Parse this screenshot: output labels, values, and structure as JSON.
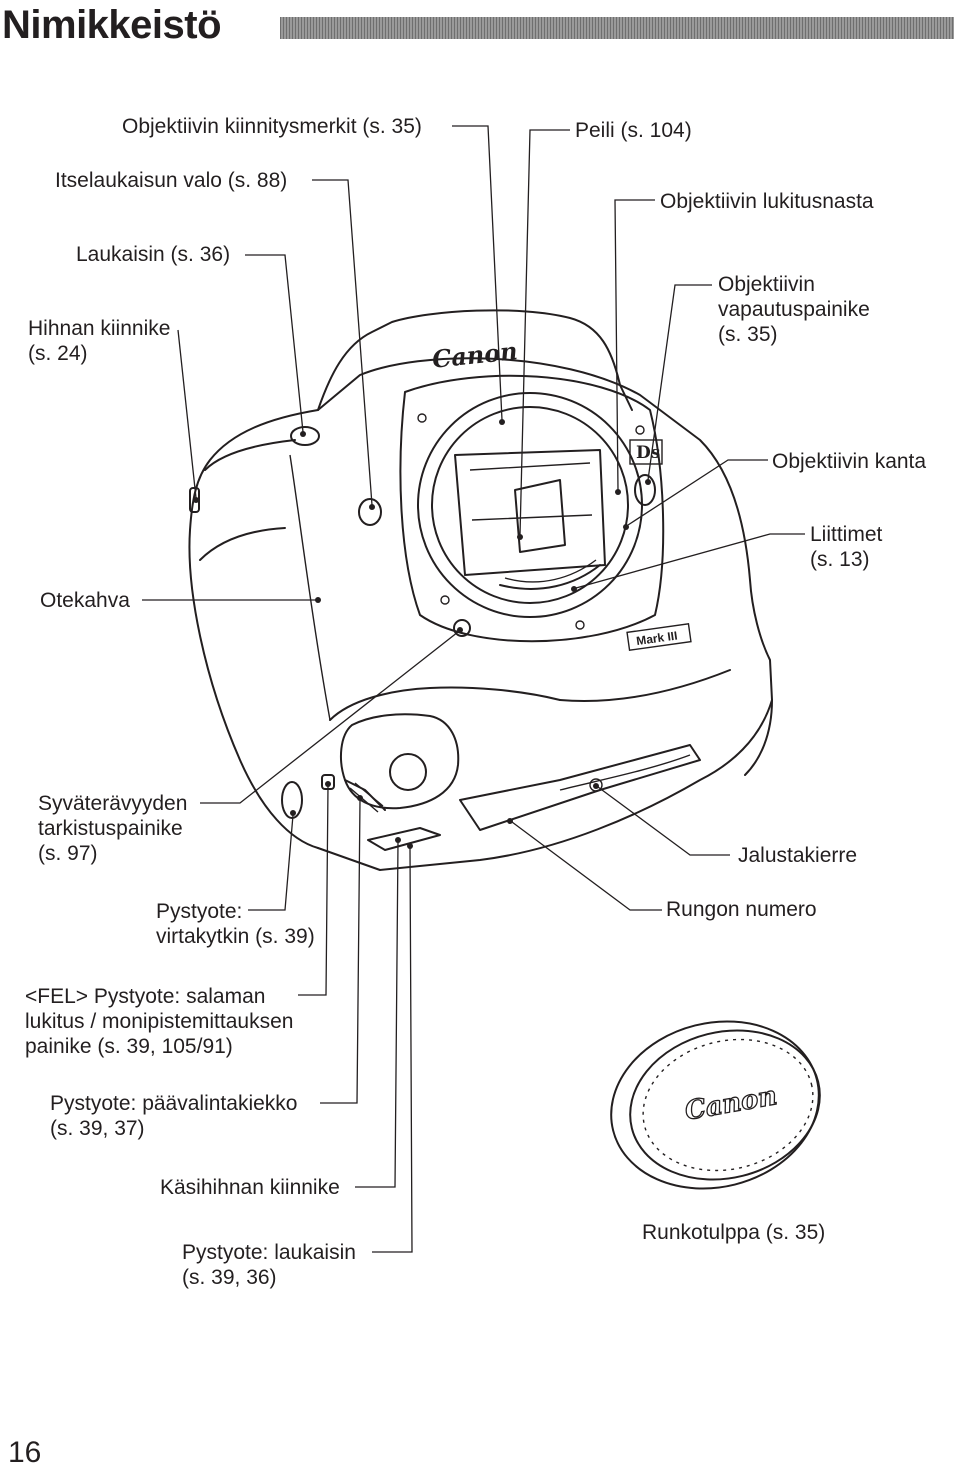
{
  "page": {
    "title": "Nimikkeistö",
    "page_number": "16"
  },
  "camera": {
    "brand_logo": "Canon",
    "model_badge": "Mark III",
    "mode_badge": "Ds"
  },
  "body_cap": {
    "brand_logo": "Canon"
  },
  "labels": {
    "mount_index": "Objektiivin kiinnitysmerkit (s. 35)",
    "mirror": "Peili (s. 104)",
    "self_timer_lamp": "Itselaukaisun valo (s. 88)",
    "lens_lock_pin": "Objektiivin lukitusnasta",
    "shutter_button": "Laukaisin (s. 36)",
    "lens_release_button": "Objektiivin\nvapautuspainike\n(s. 35)",
    "strap_mount": "Hihnan kiinnike\n(s. 24)",
    "lens_mount": "Objektiivin kanta",
    "contacts": "Liittimet\n(s. 13)",
    "grip": "Otekahva",
    "dof_preview": "Syväterävyyden\ntarkistuspainike\n(s. 97)",
    "tripod_socket": "Jalustakierre",
    "vertical_power": "Pystyote:\nvirtakytkin (s. 39)",
    "serial_number": "Rungon numero",
    "fel_button": "<FEL> Pystyote: salaman\nlukitus / monipistemittauksen\npainike (s. 39, 105/91)",
    "vertical_dial": "Pystyote: päävalintakiekko\n(s. 39, 37)",
    "hand_strap_mount": "Käsihihnan kiinnike",
    "body_cap": "Runkotulppa (s. 35)",
    "vertical_shutter": "Pystyote: laukaisin\n(s. 39, 36)"
  }
}
